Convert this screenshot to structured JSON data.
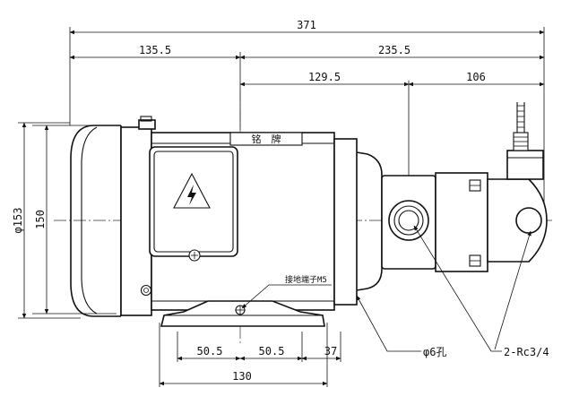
{
  "dimensions": {
    "overall_length": "371",
    "motor_section": "135.5",
    "pump_section": "235.5",
    "centerline_to_outlet": "129.5",
    "outlet_to_end": "106",
    "outer_diameter": "φ153",
    "height": "150",
    "foot_left": "50.5",
    "foot_right": "50.5",
    "foot_offset": "37",
    "foot_width": "130"
  },
  "labels": {
    "nameplate": "铭　牌",
    "ground_terminal": "接地端子M5",
    "hole": "φ6孔",
    "ports": "2-Rc3/4"
  },
  "icons": {
    "warning": "high-voltage-warning-icon"
  }
}
